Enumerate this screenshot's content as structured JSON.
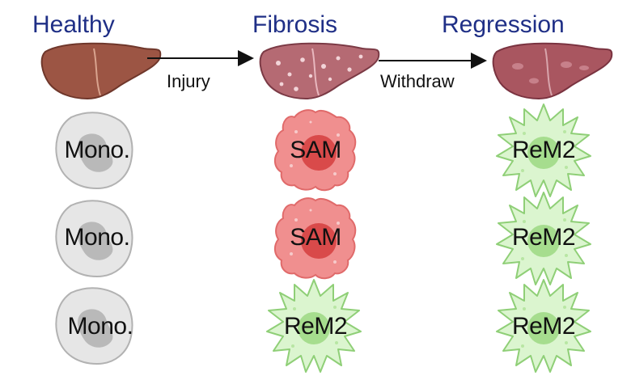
{
  "stages": {
    "healthy": "Healthy",
    "fibrosis": "Fibrosis",
    "regression": "Regression"
  },
  "transitions": {
    "injury": "Injury",
    "withdraw": "Withdraw"
  },
  "rows": [
    {
      "healthy": "Mono.",
      "fibrosis": "SAM",
      "regression": "ReM2"
    },
    {
      "healthy": "Mono.",
      "fibrosis": "SAM",
      "regression": "ReM2"
    },
    {
      "healthy": "Mono.",
      "fibrosis": "ReM2",
      "regression": "ReM2"
    }
  ],
  "colors": {
    "title": "#1f2f86",
    "liver_healthy": "#9c5544",
    "liver_fibrosis": "#b56a73",
    "liver_regression": "#a95660",
    "mono_fill": "#e4e4e4",
    "sam_fill": "#f08e8e",
    "rem2_fill": "#dbf5cf"
  }
}
